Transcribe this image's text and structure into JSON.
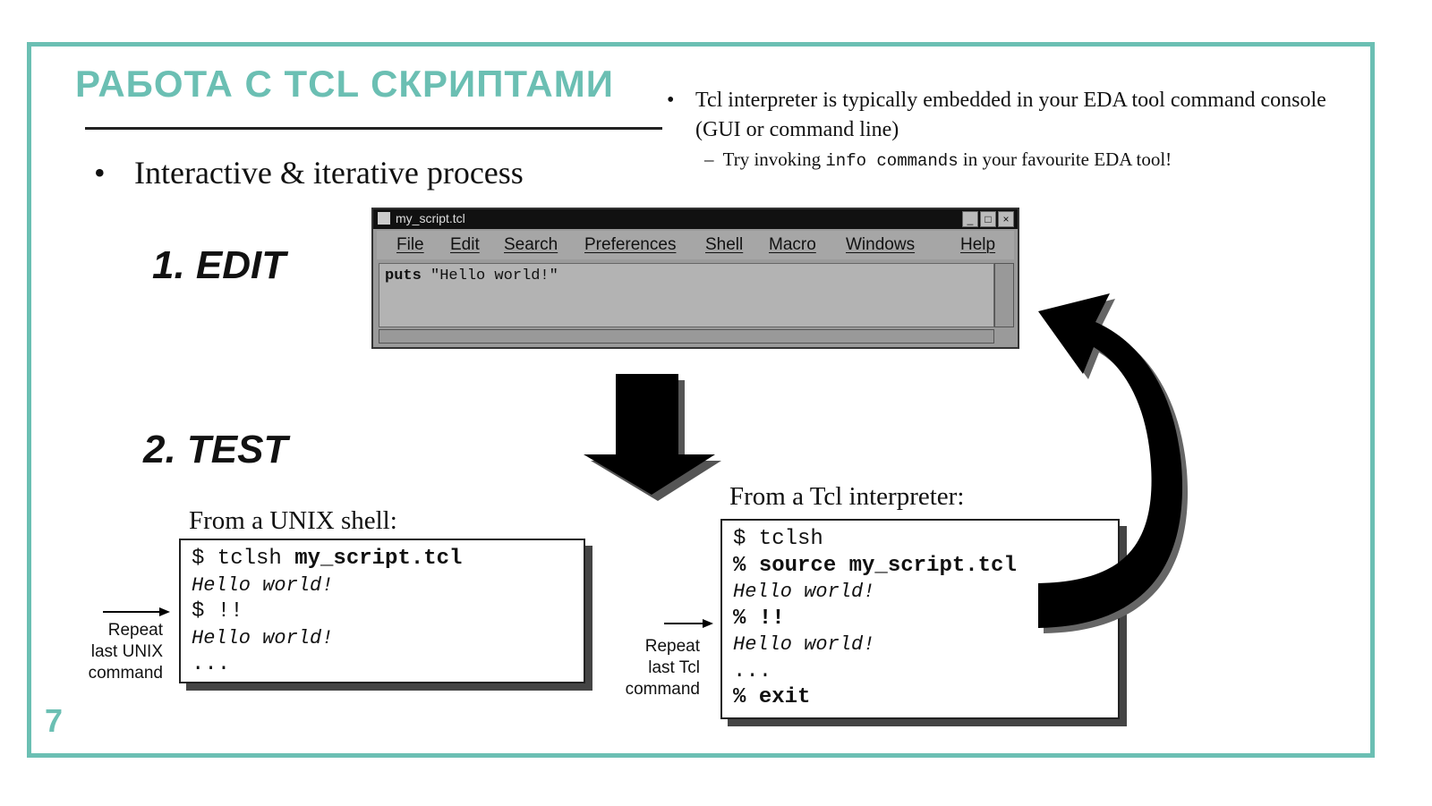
{
  "slide": {
    "title": "РАБОТА С TCL СКРИПТАМИ",
    "page_number": "7",
    "bullet_glyph": "•",
    "dash_glyph": "–",
    "main_bullet": "Interactive & iterative process",
    "right_bullet": "Tcl interpreter is typically embedded in your EDA tool command console (GUI or command line)",
    "sub_bullet": {
      "prefix": "Try invoking",
      "code": "info commands",
      "suffix": "in your favourite EDA tool!"
    },
    "steps": {
      "edit": "1. EDIT",
      "test": "2. TEST"
    },
    "accent_color": "#6bbfb3"
  },
  "editor_window": {
    "title": "my_script.tcl",
    "buttons": [
      "_",
      "□",
      "×"
    ],
    "menu": [
      "File",
      "Edit",
      "Search",
      "Preferences",
      "Shell",
      "Macro",
      "Windows",
      "Help"
    ],
    "code_keyword": "puts",
    "code_string": "\"Hello world!\""
  },
  "unix_shell": {
    "label": "From a UNIX shell:",
    "lines": [
      {
        "prefix": "$ tclsh ",
        "bold": "my_script.tcl"
      },
      {
        "italic": "Hello world!"
      },
      {
        "prefix": "$ !!"
      },
      {
        "italic": "Hello world!"
      },
      {
        "prefix": "..."
      }
    ],
    "note": [
      "Repeat",
      "last UNIX",
      "command"
    ]
  },
  "tcl_interpreter": {
    "label": "From a Tcl interpreter:",
    "lines": [
      {
        "prefix": "$ tclsh"
      },
      {
        "prefix": "% ",
        "bold": "source my_script.tcl"
      },
      {
        "italic": "Hello world!"
      },
      {
        "prefix": "% ",
        "bold": "!!"
      },
      {
        "italic": "Hello world!"
      },
      {
        "prefix": "..."
      },
      {
        "prefix": "% ",
        "bold": "exit"
      }
    ],
    "note": [
      "Repeat",
      "last Tcl",
      "command"
    ]
  }
}
